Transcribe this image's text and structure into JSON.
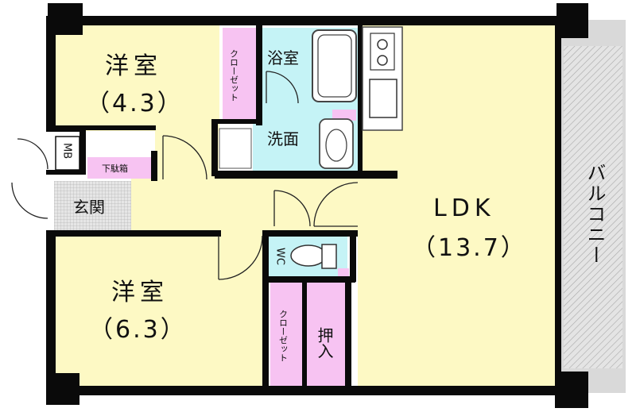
{
  "rooms": {
    "western_room_1": {
      "name": "洋室",
      "area": "（4.3）"
    },
    "western_room_2": {
      "name": "洋室",
      "area": "（6.3）"
    },
    "ldk": {
      "name": "LDK",
      "area": "（13.7）"
    },
    "bath": {
      "name": "浴室"
    },
    "washroom": {
      "name": "洗面"
    },
    "entrance": {
      "name": "玄関"
    },
    "shoe_box": {
      "name": "下駄箱"
    },
    "closet_1": {
      "name": "クローゼット"
    },
    "closet_2": {
      "name": "クローゼット"
    },
    "storage": {
      "name": "押入"
    },
    "wc": {
      "name": "WC"
    },
    "mb": {
      "name": "MB"
    },
    "balcony": {
      "name": "バルコニー"
    }
  },
  "colors": {
    "room_fill": "#fdf9c4",
    "water_fill": "#c5f3f6",
    "closet_fill": "#f7c3f2",
    "balcony_fill": "#d9d9d9",
    "entrance_fill": "#d4d4d4",
    "wall": "#0a0a0a"
  }
}
